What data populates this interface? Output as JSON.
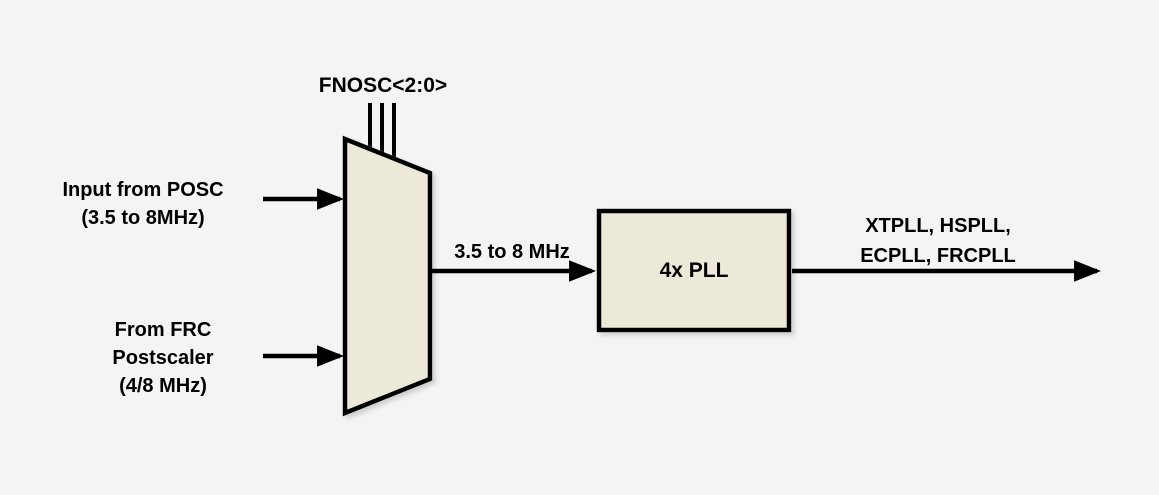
{
  "diagram": {
    "colors": {
      "background": "#f4f4f4",
      "block_fill": "#ece9d8",
      "stroke": "#000000"
    },
    "mux": {
      "control_label": "FNOSC<2:0>",
      "control_line_count": 3
    },
    "inputs": [
      {
        "lines": [
          "Input from POSC",
          "(3.5 to 8MHz)"
        ]
      },
      {
        "lines": [
          "From FRC",
          "Postscaler",
          "(4/8 MHz)"
        ]
      }
    ],
    "mux_output_label": "3.5 to 8 MHz",
    "pll_block": {
      "label": "4x PLL"
    },
    "output_label_lines": [
      "XTPLL, HSPLL,",
      "ECPLL, FRCPLL"
    ]
  }
}
